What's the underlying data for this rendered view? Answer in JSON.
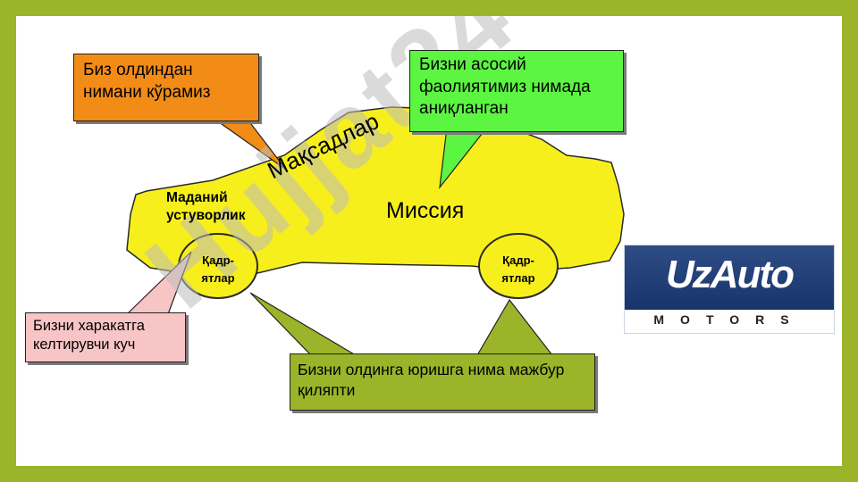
{
  "car": {
    "wheel_left": "Қадр-\nятлар",
    "wheel_right": "Қадр-\nятлар",
    "label_culture": "Маданий\nустуворлик",
    "label_mission": "Миссия",
    "label_goals": "Мақсадлар"
  },
  "callouts": {
    "orange": "Биз олдиндан нимани кўрамиз",
    "green": "Бизни асосий фаолиятимиз нимада аниқланган",
    "pink": "Бизни харакатга келтирувчи куч",
    "olive": "Бизни олдинга юришга нима мажбур қиляпти"
  },
  "watermark": "Hujjat24",
  "logo": {
    "word": "UzAuto",
    "sub": "MOTORS"
  },
  "colors": {
    "frame": "#9bb42a",
    "car": "#f7ef1c",
    "orange_callout": "#f28c16",
    "green_callout": "#5cf542",
    "pink_callout": "#f7c5c5",
    "olive_callout": "#9bb42a",
    "logo_blue": "#1f3d77"
  }
}
